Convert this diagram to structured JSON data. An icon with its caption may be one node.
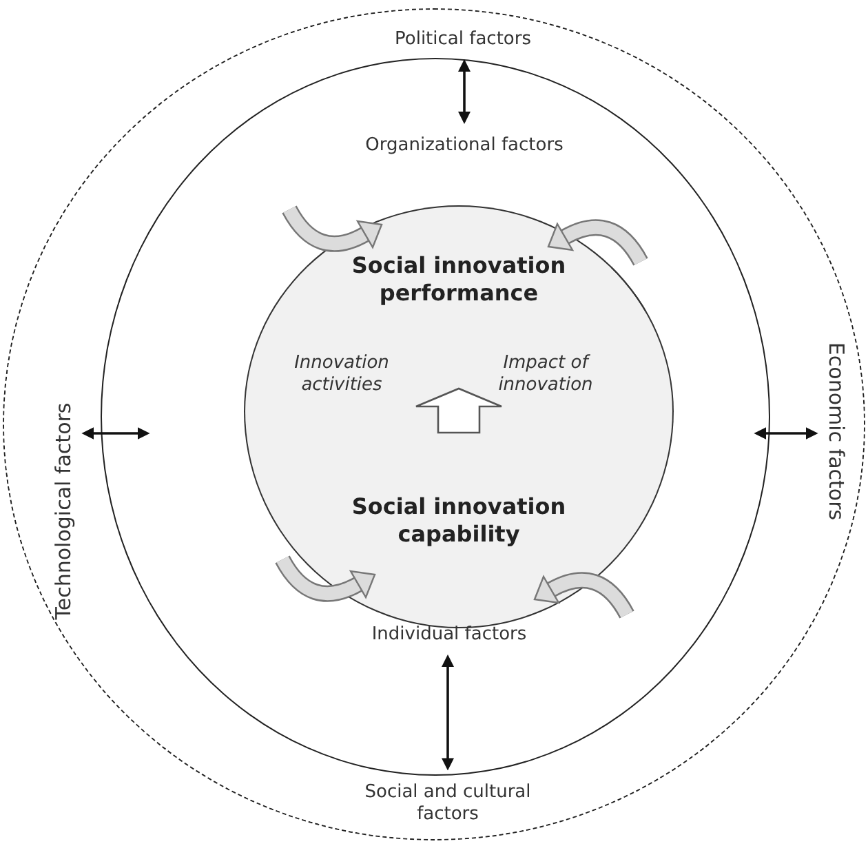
{
  "diagram": {
    "nodes": [
      {
        "text": [],
        "shape": "circle"
      },
      {
        "text": [
          "Political factors"
        ],
        "in": 0
      },
      {
        "text": [],
        "shape": "circle",
        "in": 0
      },
      {
        "text": [
          "Organizational factors"
        ],
        "in": 2
      },
      {
        "text": [
          "Technological factors"
        ],
        "in": 0
      },
      {
        "text": [
          "Social innovation performance",
          "Innovation activities",
          "Impact of innovation"
        ],
        "in": 2
      },
      {
        "text": [
          "Social innovation capability"
        ],
        "in": 2
      },
      {
        "text": [
          "Economic factors"
        ],
        "in": 0
      },
      {
        "text": [
          "Individual factors"
        ],
        "in": 2
      },
      {
        "text": [
          "Social and cultural factors"
        ],
        "in": 0
      }
    ],
    "edges": [
      {
        "from": 1,
        "to": 3,
        "arrow": "both"
      },
      {
        "from": 4,
        "to": 2,
        "arrow": "both"
      },
      {
        "from": 6,
        "to": 5,
        "arrow": "to",
        "style": "thick"
      },
      {
        "from": 7,
        "to": 2,
        "arrow": "both"
      },
      {
        "from": 8,
        "to": 9,
        "arrow": "both"
      }
    ]
  }
}
